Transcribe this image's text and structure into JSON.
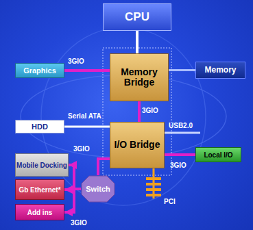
{
  "diagram": {
    "nodes": [
      {
        "text": [
          "CPU"
        ]
      },
      {
        "text": [
          "Graphics"
        ]
      },
      {
        "text": [
          "Memory Bridge"
        ]
      },
      {
        "text": [
          "Memory"
        ]
      },
      {
        "text": [
          "HDD"
        ]
      },
      {
        "text": [
          "I/O Bridge"
        ]
      },
      {
        "text": [
          "Local I/O"
        ]
      },
      {
        "text": [
          "Mobile Docking"
        ]
      },
      {
        "text": [
          "Gb Ethernet*"
        ]
      },
      {
        "text": [
          "Switch"
        ]
      },
      {
        "text": [
          "Add ins"
        ]
      }
    ],
    "edges": [
      {
        "from": 0,
        "to": 2,
        "arrow": "none"
      },
      {
        "from": 1,
        "to": 2,
        "label": "3GIO",
        "arrow": "none"
      },
      {
        "from": 2,
        "to": 3,
        "arrow": "none"
      },
      {
        "from": 2,
        "to": 5,
        "label": "3GIO",
        "arrow": "none"
      },
      {
        "from": 4,
        "to": 5,
        "label": "Serial ATA",
        "arrow": "none"
      },
      {
        "from": 5,
        "to": 6,
        "label": "3GIO",
        "arrow": "none"
      },
      {
        "from": 5,
        "to": 9,
        "label": "3GIO",
        "arrow": "none"
      },
      {
        "from": 9,
        "to": 7,
        "arrow": "to"
      },
      {
        "from": 9,
        "to": 8,
        "arrow": "to"
      },
      {
        "from": 9,
        "to": 10,
        "label": "3GIO",
        "arrow": "to"
      }
    ],
    "labels": [
      "USB2.0",
      "PCI"
    ]
  }
}
